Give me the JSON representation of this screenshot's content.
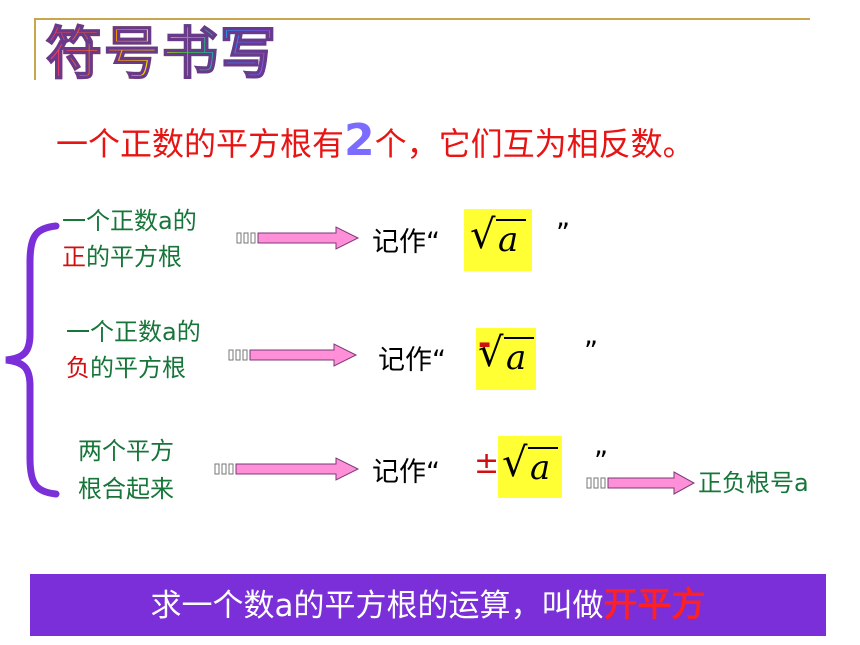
{
  "title": "符号书写",
  "statement": {
    "before": "一个正数的平方根有",
    "number": "2",
    "after": "个，它们互为相反数。"
  },
  "rows": [
    {
      "line1": "一个正数a的",
      "line2_red": "正",
      "line2_rest": "的平方根",
      "label": "记作“",
      "sign": "",
      "radicand": "a",
      "close": "”"
    },
    {
      "line1": "一个正数a的",
      "line2_red": "负",
      "line2_rest": "的平方根",
      "label": "记作“",
      "sign": "-",
      "radicand": "a",
      "close": "”"
    },
    {
      "line1": "两个平方",
      "line2_red": "",
      "line2_rest": "根合起来",
      "label": "记作“",
      "sign": "±",
      "radicand": "a",
      "close": "”"
    }
  ],
  "reading": "正负根号a",
  "banner": {
    "before": "求一个数a的平方根的运算，叫做",
    "emphasis": "开平方"
  },
  "colors": {
    "accent_red": "#e81414",
    "green_text": "#17753a",
    "banner_bg": "#7a2fd8",
    "highlight": "#ffff33",
    "arrow_fill": "#ff8fd6"
  }
}
